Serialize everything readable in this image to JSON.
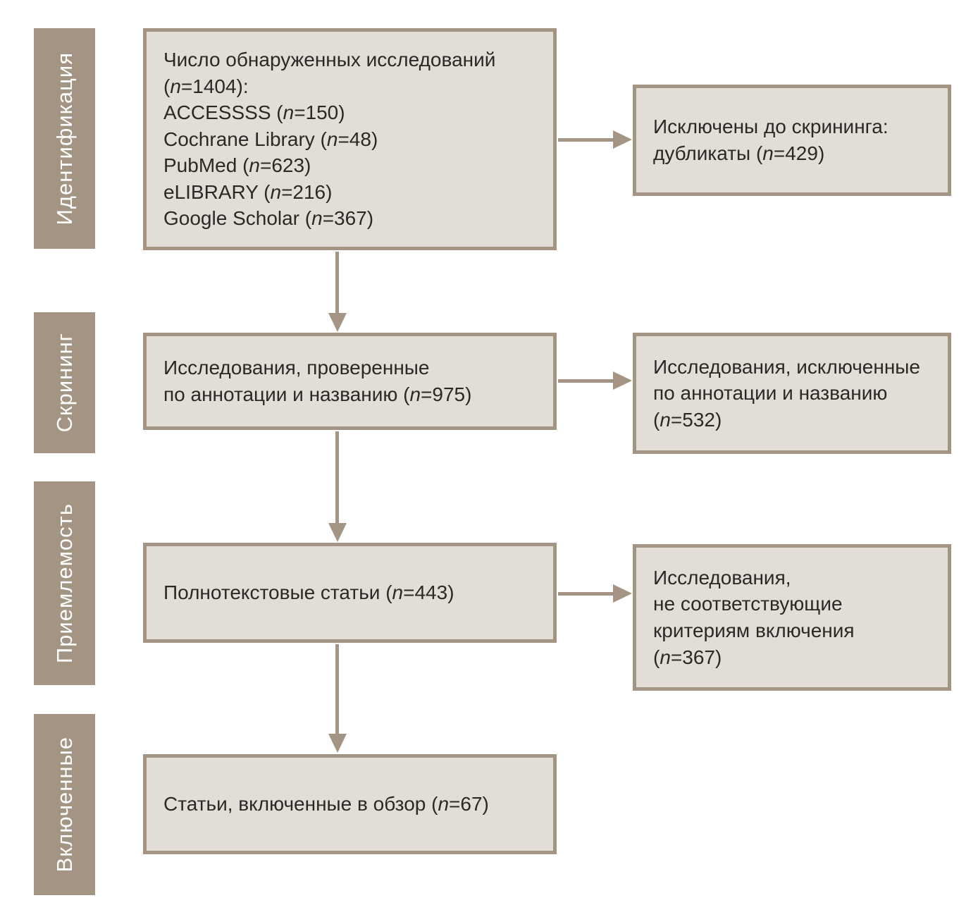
{
  "figure": {
    "kind": "prisma-study-selection-flow",
    "language": "ru"
  },
  "colors": {
    "stage_fill": "#a39484",
    "stage_text": "#ffffff",
    "box_fill": "#e2ded7",
    "box_border": "#a39484",
    "arrow": "#a39484",
    "text": "#2b2926",
    "background": "#ffffff"
  },
  "stages": [
    {
      "label": "Идентификация"
    },
    {
      "label": "Скрининг"
    },
    {
      "label": "Приемлемость"
    },
    {
      "label": "Включенные"
    }
  ],
  "main_boxes": [
    {
      "lines": [
        "Число обнаруженных исследований",
        "(n=1404):",
        "ACCESSSS (n=150)",
        "Cochrane Library (n=48)",
        "PubMed (n=623)",
        "eLIBRARY (n=216)",
        "Google Scholar (n=367)"
      ]
    },
    {
      "lines": [
        "Исследования, проверенные",
        "по аннотации и названию (n=975)"
      ]
    },
    {
      "lines": [
        "Полнотекстовые статьи (n=443)"
      ]
    },
    {
      "lines": [
        "Статьи, включенные в обзор (n=67)"
      ]
    }
  ],
  "excluded_boxes": [
    {
      "lines": [
        "Исключены до скрининга:",
        "дубликаты (n=429)"
      ]
    },
    {
      "lines": [
        "Исследования, исключенные",
        "по аннотации и названию",
        "(n=532)"
      ]
    },
    {
      "lines": [
        "Исследования,",
        "не соответствующие",
        "критериям включения",
        "(n=367)"
      ]
    }
  ]
}
